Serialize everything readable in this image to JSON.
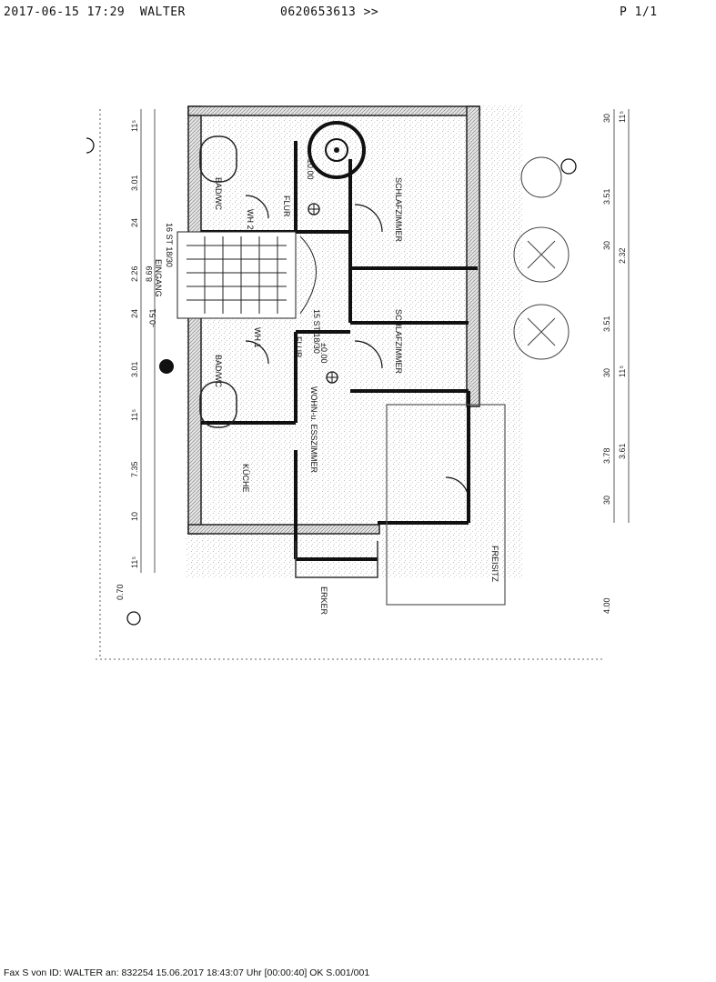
{
  "header": {
    "datetime": "2017-06-15 17:29",
    "sender": "WALTER",
    "number": "0620653613 >>",
    "page": "P 1/1"
  },
  "footer": {
    "transmission": "Fax S von ID: WALTER an: 832254 15.06.2017 18:43:07 Uhr [00:00:40] OK S.001/001"
  },
  "plan": {
    "rooms": {
      "schlafzimmer_1": "SCHLAFZIMMER",
      "schlafzimmer_2": "SCHLAFZIMMER",
      "wohn_esszimmer": "WOHN-u. ESSZIMMER",
      "kueche": "KÜCHE",
      "bad_wc_1": "BAD/WC",
      "bad_wc_2": "BAD/WC",
      "flur_1": "FLUR",
      "flur_2": "FLUR",
      "wh1": "WH 1",
      "wh2": "WH 2",
      "eingang": "EINGANG",
      "freisitz": "FREISITZ",
      "erker": "ERKER",
      "steps": "16 ST 18/30",
      "steps_2": "15 ST 18/30"
    },
    "levels": {
      "level_1": "±0.00",
      "level_2": "±0.00",
      "level_3": "-0.51",
      "level_4": "0.70"
    },
    "dimensions": {
      "d_11_1": "11⁵",
      "d_301_1": "3.01",
      "d_24_1": "24",
      "d_226": "2.26",
      "d_24_2": "24",
      "d_301_2": "3.01",
      "d_11_2": "11⁵",
      "d_735": "7.35",
      "d_10": "10",
      "d_11_3": "11⁵",
      "d_869": "8.69",
      "d_30_1": "30",
      "d_351_1": "3.51",
      "d_30_2": "30",
      "d_232": "2.32",
      "d_351_2": "3.51",
      "d_30_3": "30",
      "d_378": "3.78",
      "d_361": "3.61",
      "d_30_4": "30",
      "d_400": "4.00",
      "d_11_4": "11⁵",
      "d_11_5": "11⁵"
    }
  }
}
